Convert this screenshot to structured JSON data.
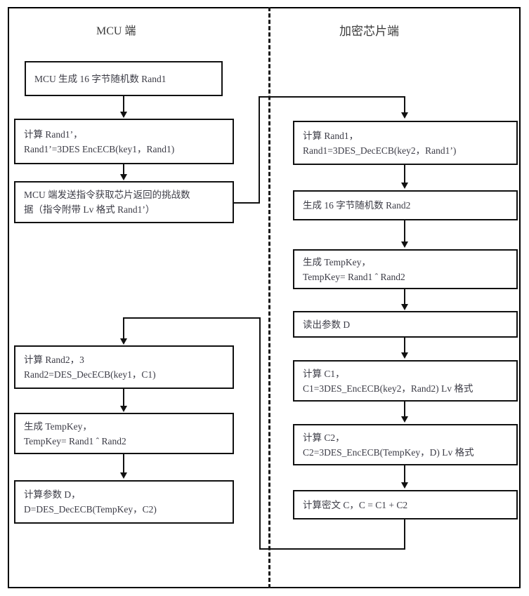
{
  "diagram": {
    "title_left": "MCU 端",
    "title_right": "加密芯片端",
    "left_lane": {
      "name": "MCU 端",
      "steps": [
        {
          "id": "l1",
          "lines": [
            "MCU 生成 16 字节随机数 Rand1"
          ]
        },
        {
          "id": "l2",
          "lines": [
            "计算 Rand1’，",
            "Rand1’=3DES EncECB(key1，Rand1)"
          ]
        },
        {
          "id": "l3",
          "lines": [
            "MCU 端发送指令获取芯片返回的挑战数",
            "据（指令附带 Lv 格式 Rand1’）"
          ]
        },
        {
          "id": "l4",
          "lines": [
            "计算 Rand2，3",
            "Rand2=DES_DecECB(key1，C1)"
          ]
        },
        {
          "id": "l5",
          "lines": [
            "生成 TempKey，",
            "TempKey= Rand1 ˆ Rand2"
          ]
        },
        {
          "id": "l6",
          "lines": [
            "计算参数 D，",
            "D=DES_DecECB(TempKey，C2)"
          ]
        }
      ]
    },
    "right_lane": {
      "name": "加密芯片端",
      "steps": [
        {
          "id": "r1",
          "lines": [
            "计算 Rand1，",
            "Rand1=3DES_DecECB(key2，Rand1’)"
          ]
        },
        {
          "id": "r2",
          "lines": [
            "生成 16 字节随机数 Rand2"
          ]
        },
        {
          "id": "r3",
          "lines": [
            "生成 TempKey，",
            "TempKey= Rand1 ˆ Rand2"
          ]
        },
        {
          "id": "r4",
          "lines": [
            "读出参数 D"
          ]
        },
        {
          "id": "r5",
          "lines": [
            "计算 C1，",
            "C1=3DES_EncECB(key2，Rand2) Lv 格式"
          ]
        },
        {
          "id": "r6",
          "lines": [
            "计算 C2，",
            "C2=3DES_EncECB(TempKey，D) Lv 格式"
          ]
        },
        {
          "id": "r7",
          "lines": [
            "计算密文 C，C = C1 + C2"
          ]
        }
      ]
    },
    "colors": {
      "border": "#111111",
      "text": "#3c3c46",
      "title": "#3a3a3a",
      "background": "#ffffff",
      "divider": "#1b1b1b"
    }
  }
}
